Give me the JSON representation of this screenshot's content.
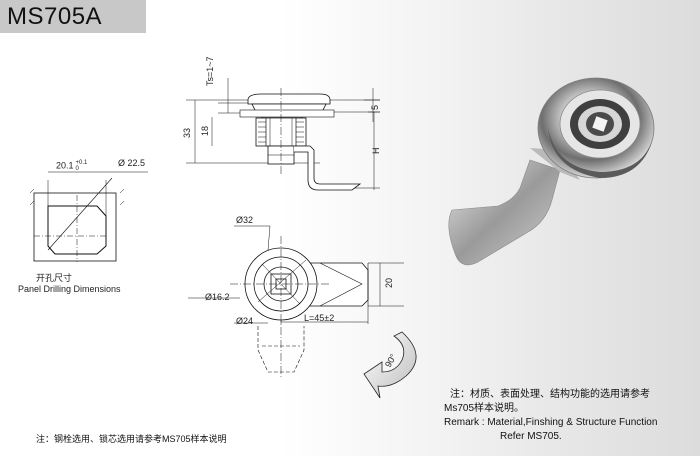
{
  "header": {
    "model": "MS705A"
  },
  "dimensions": {
    "ts": "Ts=1~7",
    "d33": "33",
    "d18": "18",
    "d5": "5",
    "h": "H",
    "cut_width": "20.1",
    "tol_upper": "+0.1",
    "tol_lower": "0",
    "cut_dia": "Ø 22.5",
    "d32": "Ø32",
    "d16": "Ø16.2",
    "d24": "Ø24",
    "length": "L=45±2",
    "d20": "20",
    "angle": "90°"
  },
  "panel_caption": {
    "cn": "开孔尺寸",
    "en": "Panel Drilling Dimensions"
  },
  "remark": {
    "cn_line1": "注：材质、表面处理、结构功能的选用请参考",
    "cn_line2": "Ms705样本说明。",
    "en_line1": "Remark : Material,Finshing & Structure Function",
    "en_line2": "Refer MS705."
  },
  "bottom_note": "注：钢栓选用、锁芯选用请参考MS705样本说明"
}
